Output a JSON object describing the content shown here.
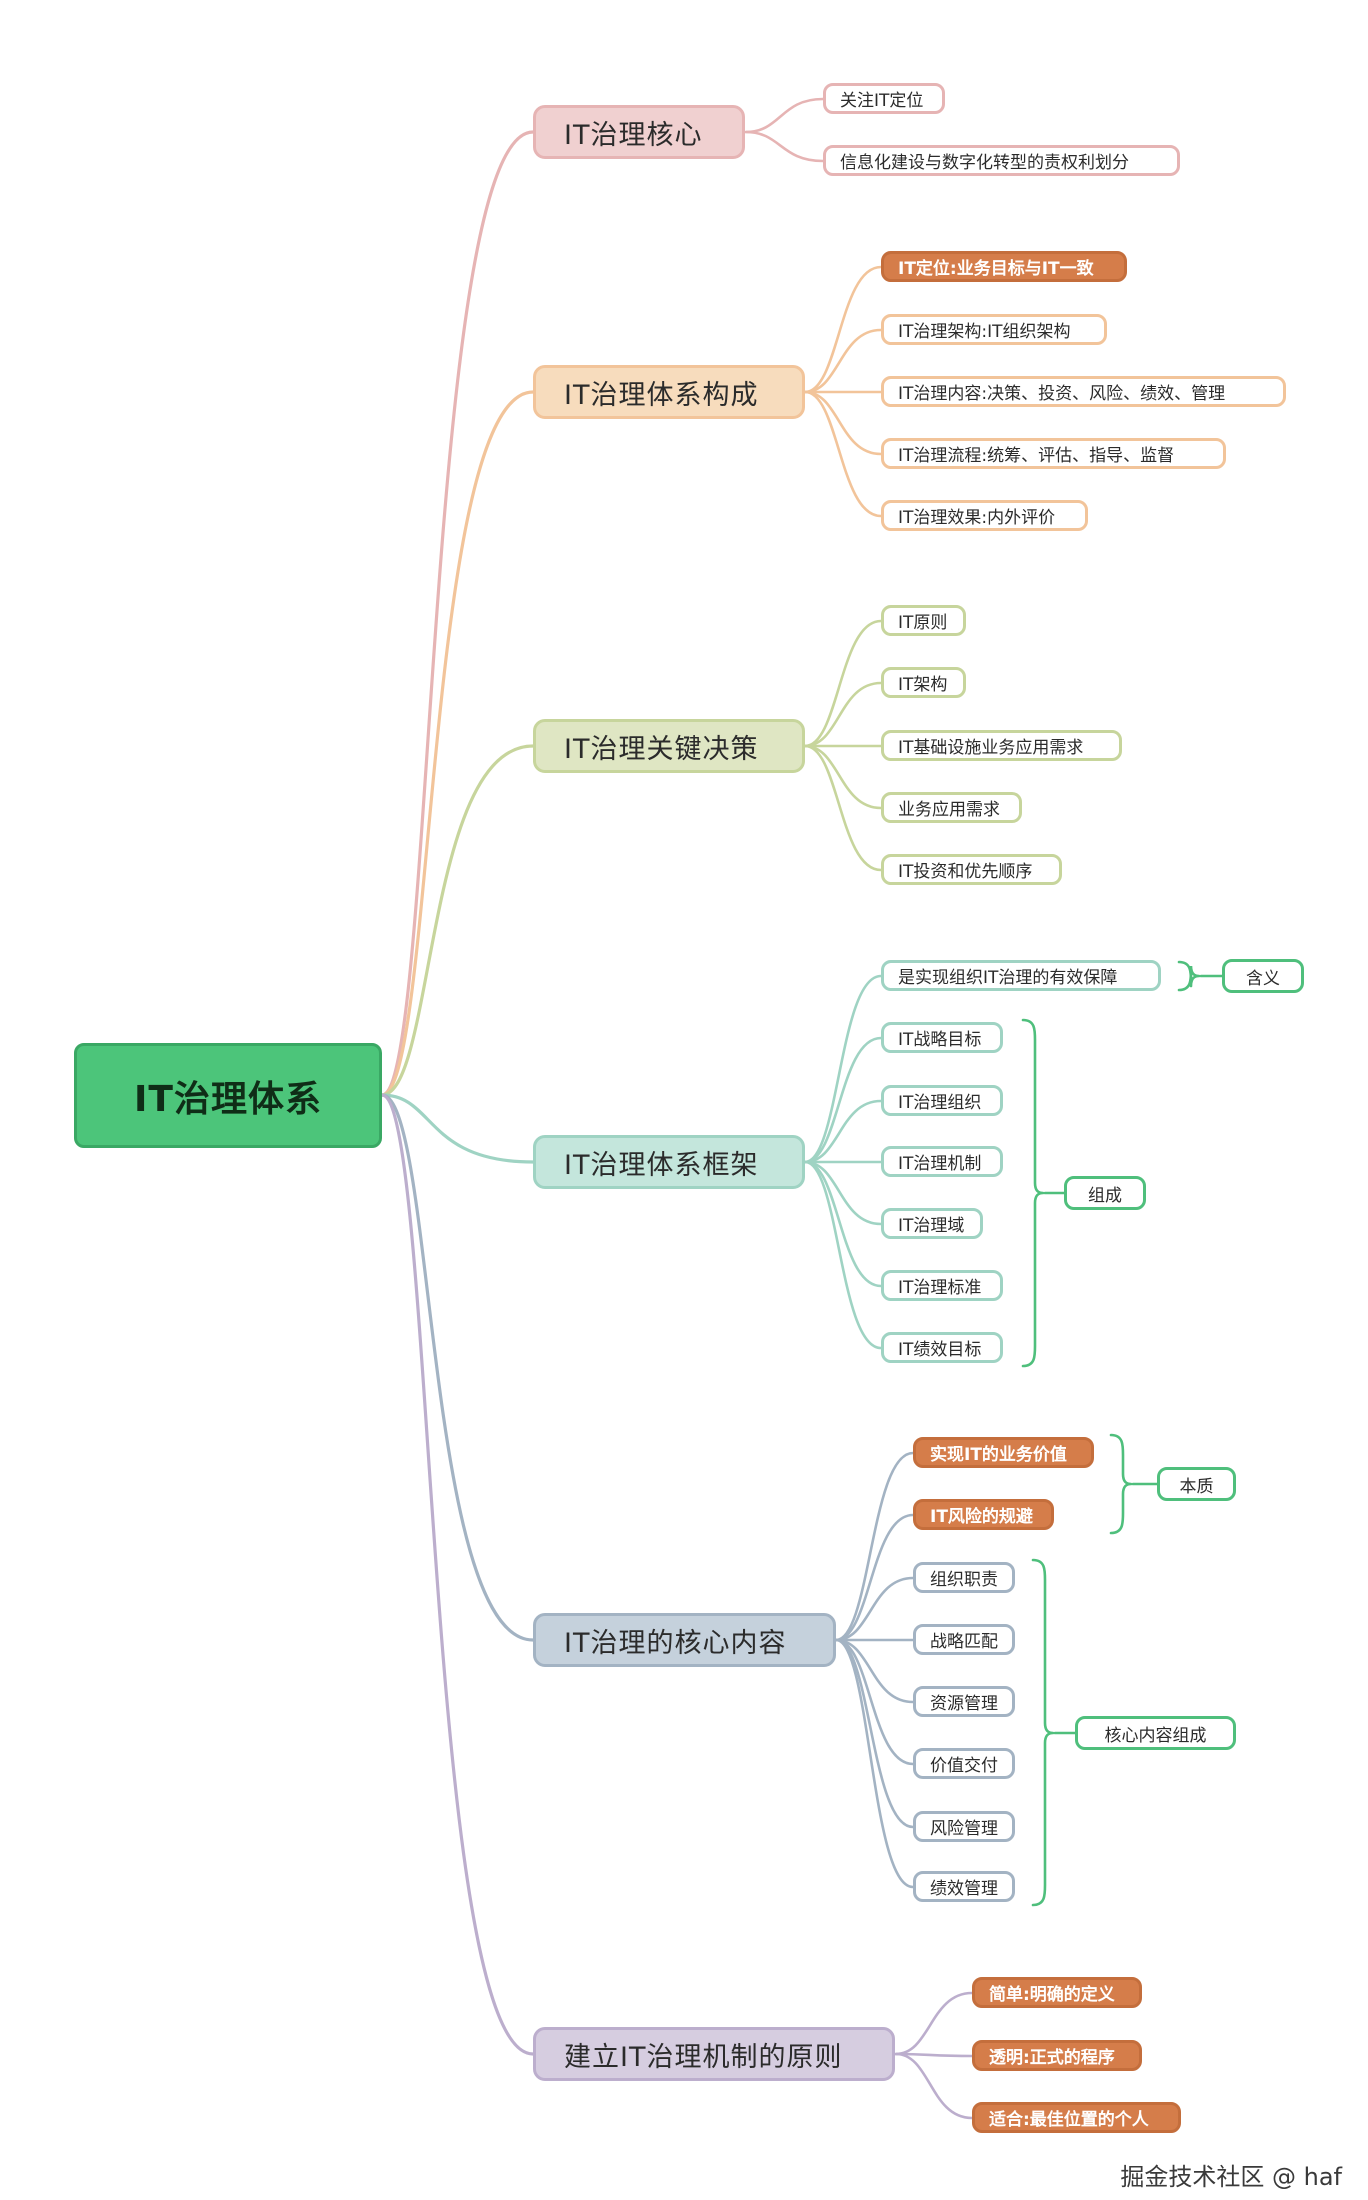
{
  "root": "IT治理体系",
  "colors": {
    "root": "#4cc57a",
    "highlight": "#d57d4a",
    "tag_border": "#4fbf7c",
    "branch_fills": [
      "#f0d0d0",
      "#f7dcbd",
      "#dfe6c3",
      "#c4e6dc",
      "#c5d1dc",
      "#d6cde0"
    ],
    "branch_borders": [
      "#e6b4b4",
      "#f2c49a",
      "#c7d59c",
      "#9fd3c3",
      "#a3b3c3",
      "#bcaecd"
    ]
  },
  "branches": [
    {
      "label": "IT治理核心",
      "leaves": [
        {
          "label": "关注IT定位"
        },
        {
          "label": "信息化建设与数字化转型的责权利划分"
        }
      ]
    },
    {
      "label": "IT治理体系构成",
      "leaves": [
        {
          "label": "IT定位:业务目标与IT一致",
          "highlight": true
        },
        {
          "label": "IT治理架构:IT组织架构"
        },
        {
          "label": "IT治理内容:决策、投资、风险、绩效、管理"
        },
        {
          "label": "IT治理流程:统筹、评估、指导、监督"
        },
        {
          "label": "IT治理效果:内外评价"
        }
      ]
    },
    {
      "label": "IT治理关键决策",
      "leaves": [
        {
          "label": "IT原则"
        },
        {
          "label": "IT架构"
        },
        {
          "label": "IT基础设施业务应用需求"
        },
        {
          "label": "业务应用需求"
        },
        {
          "label": "IT投资和优先顺序"
        }
      ]
    },
    {
      "label": "IT治理体系框架",
      "leaves": [
        {
          "label": "是实现组织IT治理的有效保障"
        },
        {
          "label": "IT战略目标"
        },
        {
          "label": "IT治理组织"
        },
        {
          "label": "IT治理机制"
        },
        {
          "label": "IT治理域"
        },
        {
          "label": "IT治理标准"
        },
        {
          "label": "IT绩效目标"
        }
      ],
      "groups": [
        {
          "label": "含义",
          "from": 0,
          "to": 0
        },
        {
          "label": "组成",
          "from": 1,
          "to": 6
        }
      ]
    },
    {
      "label": "IT治理的核心内容",
      "leaves": [
        {
          "label": "实现IT的业务价值",
          "highlight": true
        },
        {
          "label": "IT风险的规避",
          "highlight": true
        },
        {
          "label": "组织职责"
        },
        {
          "label": "战略匹配"
        },
        {
          "label": "资源管理"
        },
        {
          "label": "价值交付"
        },
        {
          "label": "风险管理"
        },
        {
          "label": "绩效管理"
        }
      ],
      "groups": [
        {
          "label": "本质",
          "from": 0,
          "to": 1
        },
        {
          "label": "核心内容组成",
          "from": 2,
          "to": 7
        }
      ]
    },
    {
      "label": "建立IT治理机制的原则",
      "leaves": [
        {
          "label": "简单:明确的定义",
          "highlight": true
        },
        {
          "label": "透明:正式的程序",
          "highlight": true
        },
        {
          "label": "适合:最佳位置的个人",
          "highlight": true
        }
      ]
    }
  ],
  "watermark": "掘金技术社区 @ haf"
}
